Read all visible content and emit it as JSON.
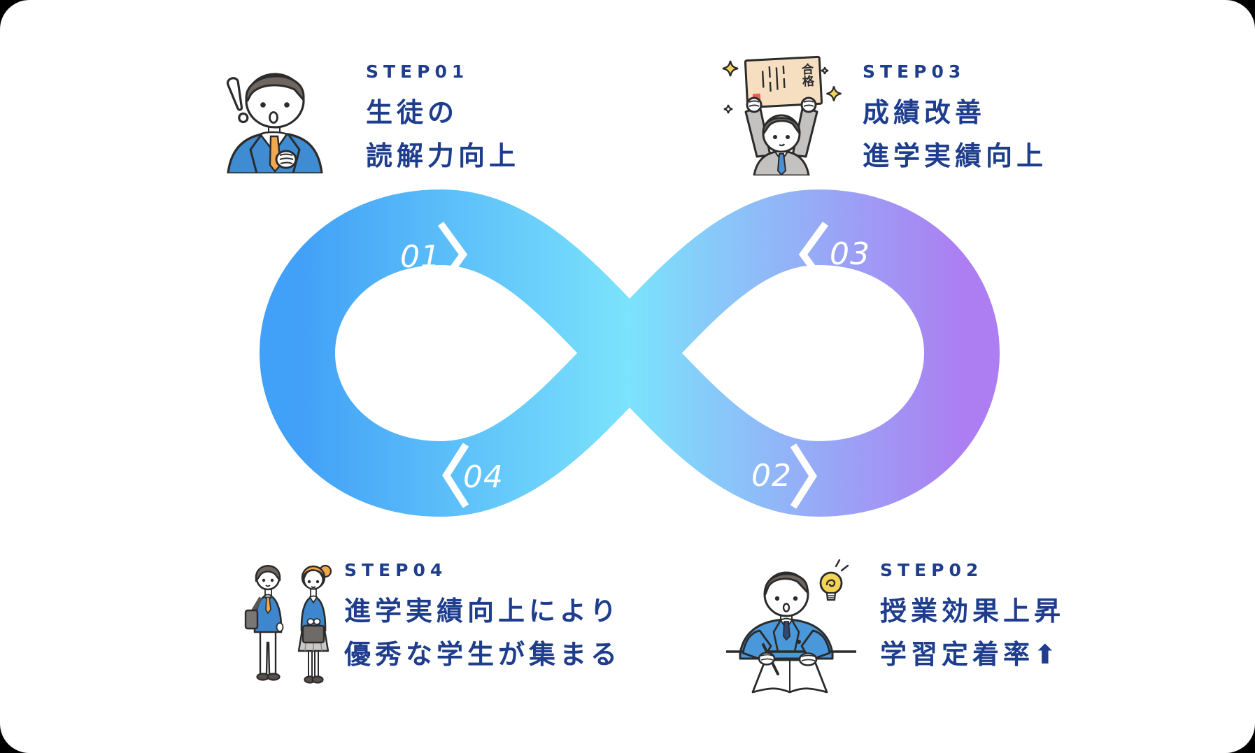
{
  "page": {
    "background_color": "#000000",
    "card_color": "#ffffff",
    "text_color": "#1e3d8c"
  },
  "cycle": {
    "type": "infinity-loop",
    "gradient_stops": [
      "#41A0F7",
      "#7BE3FC",
      "#AC7EF2"
    ],
    "nodes": [
      {
        "number": "01",
        "position": "top-left",
        "arrow": "right"
      },
      {
        "number": "02",
        "position": "bottom-right",
        "arrow": "right"
      },
      {
        "number": "03",
        "position": "top-right",
        "arrow": "left"
      },
      {
        "number": "04",
        "position": "bottom-left",
        "arrow": "left"
      }
    ]
  },
  "steps": [
    {
      "label": "STEP01",
      "line1": "生徒の",
      "line2": "読解力向上",
      "illustration": "surprised-teacher"
    },
    {
      "label": "STEP02",
      "line1": "授業効果上昇",
      "line2": "学習定着率⬆",
      "illustration": "student-writing-at-desk"
    },
    {
      "label": "STEP03",
      "line1": "成績改善",
      "line2": "進学実績向上",
      "illustration": "student-holding-pass-certificate"
    },
    {
      "label": "STEP04",
      "line1": "進学実績向上により",
      "line2": "優秀な学生が集まる",
      "illustration": "two-students"
    }
  ],
  "illustration_texts": {
    "certificate": "合格"
  }
}
